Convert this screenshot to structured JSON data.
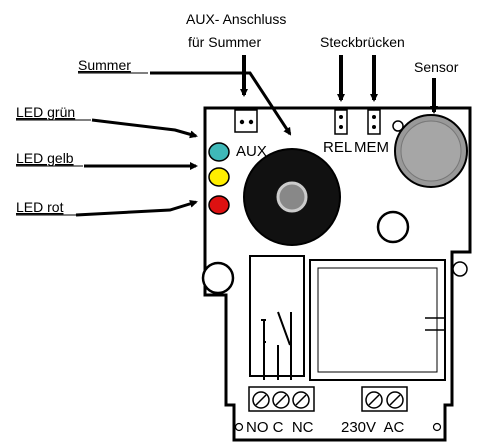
{
  "labels": {
    "aux_line1": "AUX- Anschluss",
    "aux_line2": "für Summer",
    "steckbruecken": "Steckbrücken",
    "summer": "Summer",
    "sensor": "Sensor",
    "led_gruen": "LED grün",
    "led_gelb": "LED gelb",
    "led_rot": "LED rot"
  },
  "board_text": {
    "aux": "AUX",
    "rel": "REL",
    "mem": "MEM",
    "terminals_left": "NO C  NC",
    "terminals_right": "230V  AC"
  },
  "colors": {
    "led_green": "#3fb8b8",
    "led_yellow": "#ffee00",
    "led_red": "#dd1111",
    "buzzer": "#111111",
    "sensor": "#9a9a9a"
  }
}
